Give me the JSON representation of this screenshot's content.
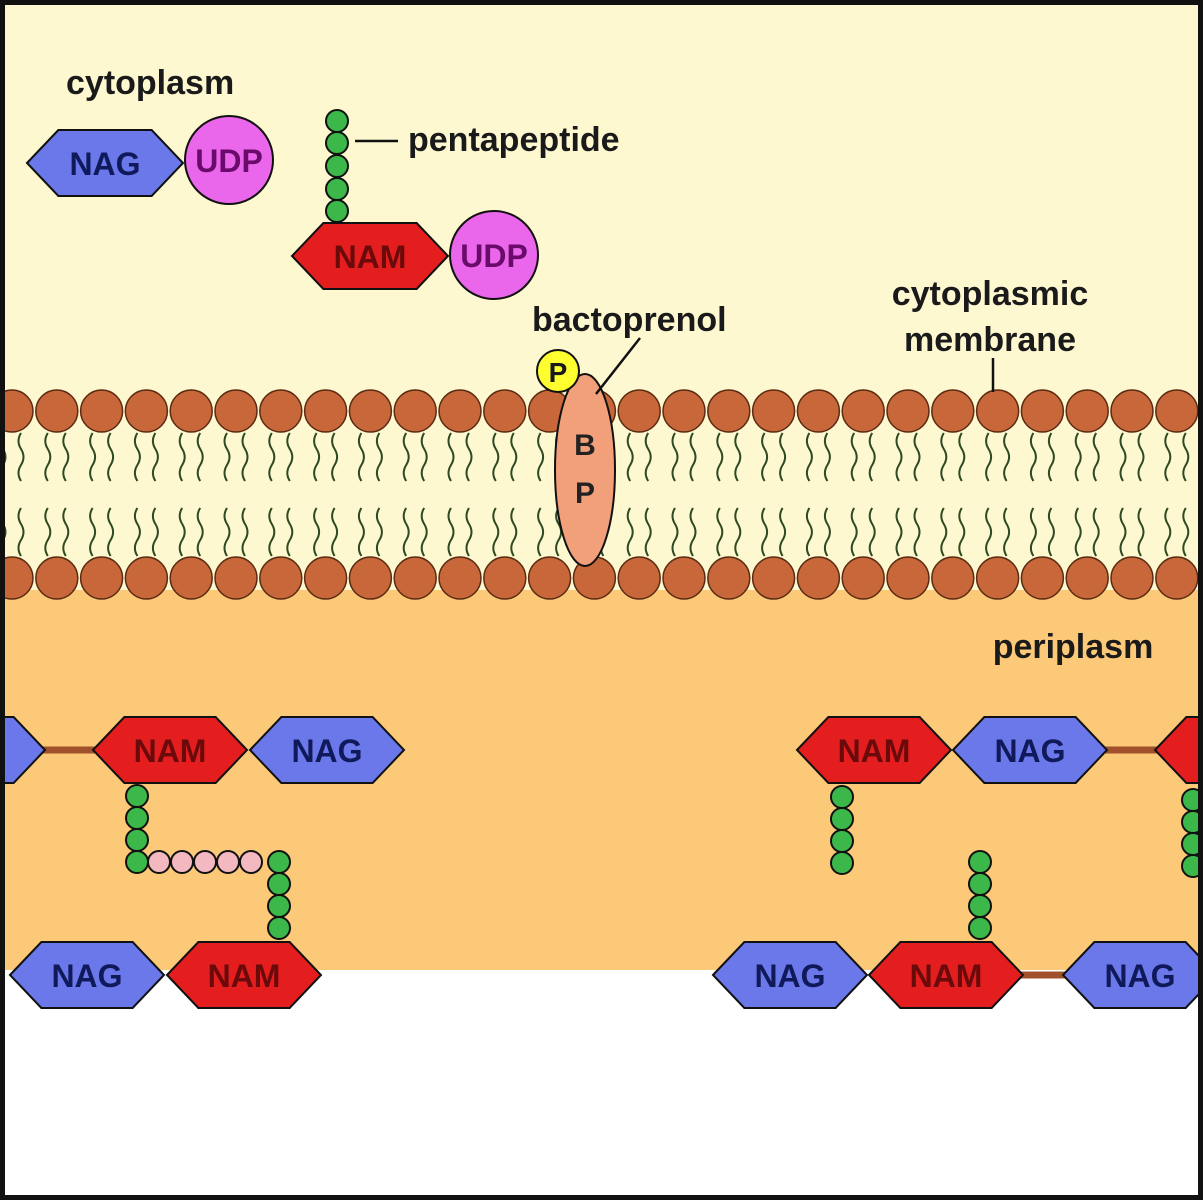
{
  "labels": {
    "cytoplasm": "cytoplasm",
    "pentapeptide": "pentapeptide",
    "bactoprenol": "bactoprenol",
    "membrane_line1": "cytoplasmic",
    "membrane_line2": "membrane",
    "periplasm": "periplasm"
  },
  "molecules": {
    "nag": "NAG",
    "nam": "NAM",
    "udp": "UDP",
    "phosphate": "P",
    "bp_top": "B",
    "bp_bottom": "P"
  },
  "colors": {
    "cytoplasm_bg": "#fdf8d0",
    "periplasm_bg": "#fbc978",
    "phospholipid_head": "#c8683a",
    "lipid_tail": "#2d4a22",
    "nag_fill": "#6a78ea",
    "nag_text": "#101a5a",
    "nam_fill": "#e41e1e",
    "nam_text": "#6a0a0a",
    "udp_fill": "#ea66ea",
    "udp_text": "#6a0a6a",
    "amino_acid": "#3cb84a",
    "crosslink": "#f4b8c0",
    "glycosidic_bond": "#a0502a",
    "phosphate_fill": "#ffff30",
    "bactoprenol_fill": "#f2a07a"
  }
}
